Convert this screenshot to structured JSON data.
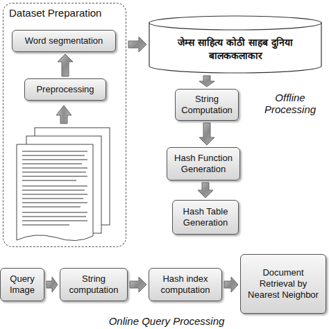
{
  "diagram": {
    "nodes": [
      {
        "text": [
          "Dataset Preparation"
        ]
      },
      {
        "text": [
          "Word segmentation"
        ],
        "in": 0
      },
      {
        "text": [
          "Preprocessing"
        ],
        "in": 0
      },
      {
        "text": [
          "जेम्स साहित्य कोठी साहब दुनिया बालककलाकार"
        ]
      },
      {
        "text": [
          "String Computation"
        ]
      },
      {
        "text": [
          "Hash Function Generation"
        ]
      },
      {
        "text": [
          "Hash Table Generation"
        ]
      },
      {
        "text": [
          "Query Image"
        ]
      },
      {
        "text": [
          "String computation"
        ]
      },
      {
        "text": [
          "Hash index computation"
        ]
      },
      {
        "text": [
          "Document Retrieval by Nearest Neighbor"
        ]
      }
    ],
    "edges": [
      {
        "from": 2,
        "to": 1,
        "arrow": "to"
      },
      {
        "from": 0,
        "to": 3,
        "arrow": "to"
      },
      {
        "from": 3,
        "to": 4,
        "arrow": "to"
      },
      {
        "from": 4,
        "to": 5,
        "arrow": "to"
      },
      {
        "from": 5,
        "to": 6,
        "arrow": "to"
      },
      {
        "from": 7,
        "to": 8,
        "arrow": "to"
      },
      {
        "from": 8,
        "to": 9,
        "arrow": "to"
      },
      {
        "from": 9,
        "to": 10,
        "arrow": "to"
      }
    ],
    "labels": [
      "Offline Processing",
      "Online Query Processing"
    ]
  }
}
